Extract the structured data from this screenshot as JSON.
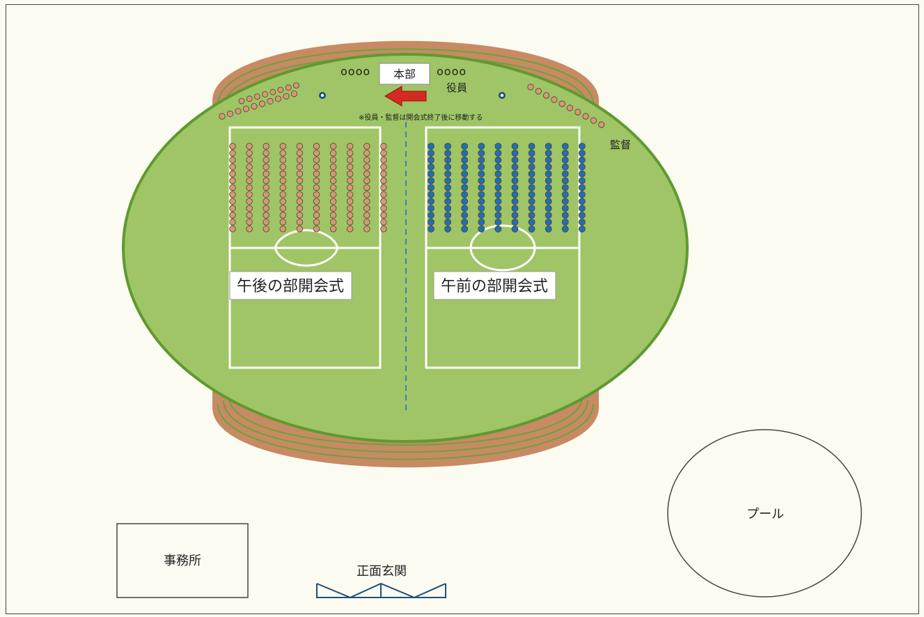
{
  "labels": {
    "honbu": "本部",
    "yakuin": "役員",
    "kantoku": "監督",
    "note": "※役員・監督は開会式終了後に移動する",
    "afternoon": "午後の部開会式",
    "morning": "午前の部開会式",
    "office": "事務所",
    "entrance": "正面玄関",
    "pool": "プール",
    "circles_left": "oooo",
    "circles_right": "oooo"
  },
  "colors": {
    "field": "#9fc566",
    "field_border": "#5e9a2f",
    "track": "#c78a63",
    "track_line": "#6aa33b",
    "afternoon_dots": "#d19b79",
    "morning_dots": "#1f6fb3",
    "arrow": "#d42a22",
    "line_white": "#ffffff"
  },
  "seating": {
    "afternoon_columns": 10,
    "morning_columns": 10,
    "rows_per_column": 13,
    "director_dots_each_side": 10,
    "official_dots_left_row": 8
  }
}
